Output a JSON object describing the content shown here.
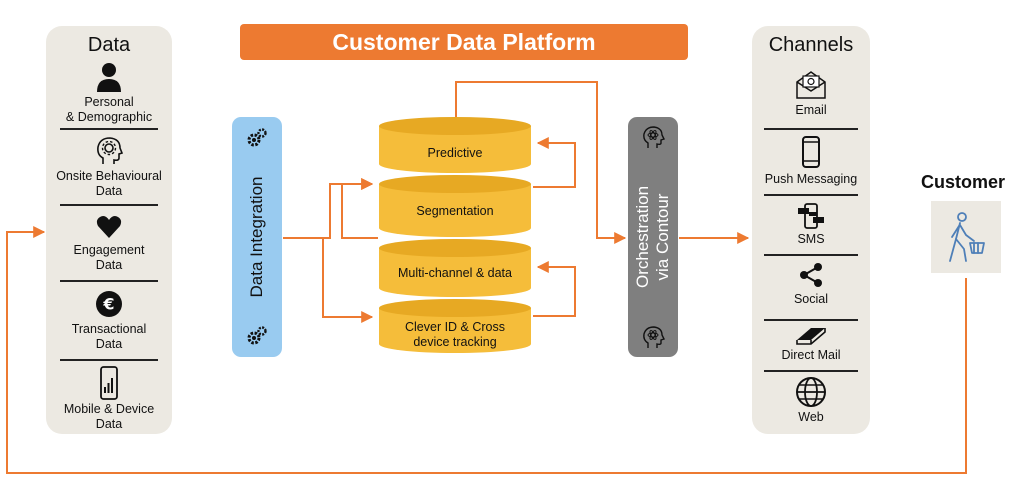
{
  "header": {
    "title": "Customer Data Platform"
  },
  "data_panel": {
    "title": "Data",
    "items": [
      {
        "label": "Personal\n& Demographic",
        "icon": "person-icon"
      },
      {
        "label": "Onsite Behavioural\nData",
        "icon": "head-gear-icon"
      },
      {
        "label": "Engagement\nData",
        "icon": "heart-icon"
      },
      {
        "label": "Transactional\nData",
        "icon": "euro-icon"
      },
      {
        "label": "Mobile & Device\nData",
        "icon": "mobile-signal-icon"
      }
    ]
  },
  "integration": {
    "label": "Data Integration",
    "icon": "gears-icon"
  },
  "database": {
    "layers": [
      "Predictive",
      "Segmentation",
      "Multi-channel & data",
      "Clever ID & Cross\ndevice tracking"
    ]
  },
  "orchestration": {
    "label": "Orchestration\nvia Contour",
    "icon": "head-atom-icon"
  },
  "channels_panel": {
    "title": "Channels",
    "items": [
      {
        "label": "Email",
        "icon": "email-icon"
      },
      {
        "label": "Push Messaging",
        "icon": "smartphone-icon"
      },
      {
        "label": "SMS",
        "icon": "sms-icon"
      },
      {
        "label": "Social",
        "icon": "share-icon"
      },
      {
        "label": "Direct Mail",
        "icon": "book-icon"
      },
      {
        "label": "Web",
        "icon": "globe-icon"
      }
    ]
  },
  "customer": {
    "title": "Customer",
    "icon": "shopper-icon"
  },
  "colors": {
    "orange": "#ed7a31",
    "panel": "#ece9e2",
    "integration_bar": "#99cbf0",
    "orchestration_bar": "#7f7f7f",
    "database": "#f5bd3a",
    "database_rim": "#e7a923"
  }
}
